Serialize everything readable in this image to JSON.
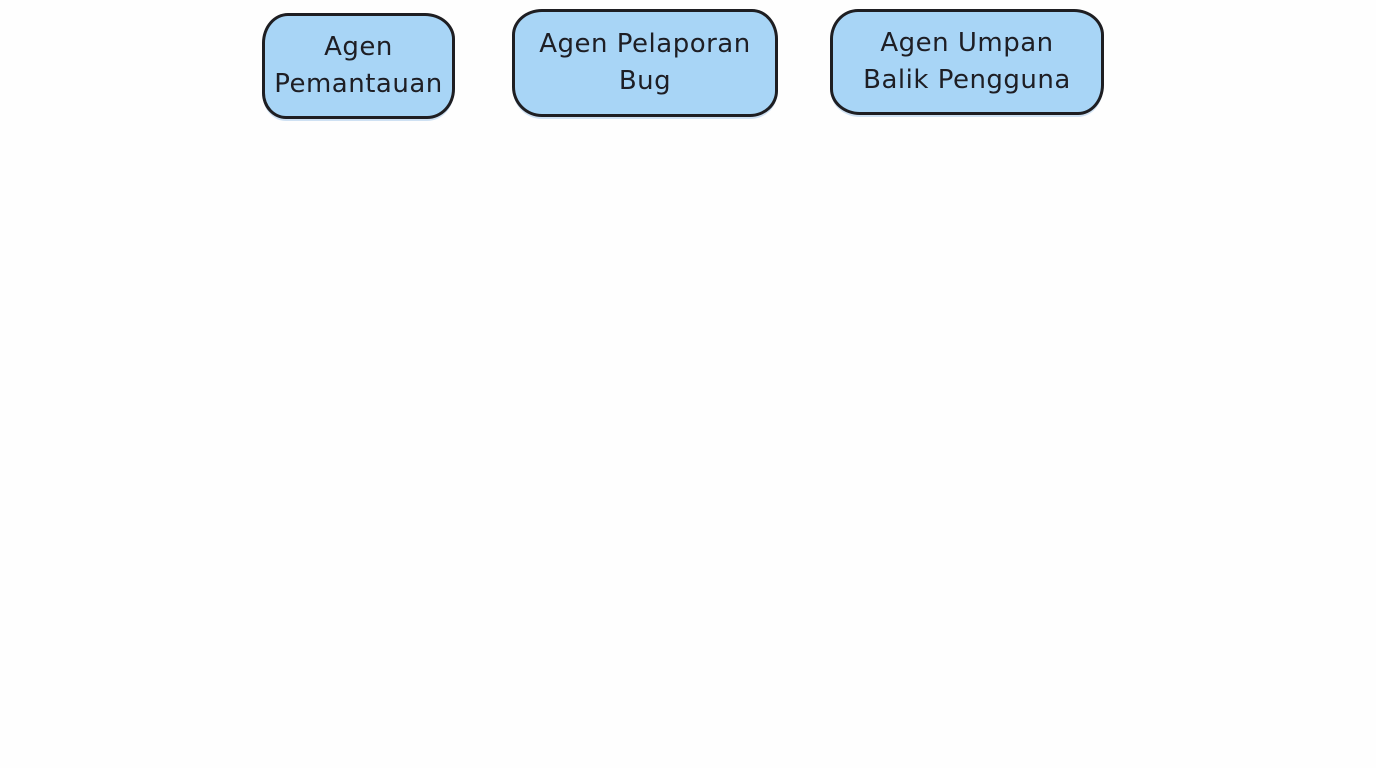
{
  "canvas": {
    "background_color": "#ffffff"
  },
  "colors": {
    "node_fill": "#a8d5f6",
    "node_stroke": "#1e1e22",
    "node_text": "#1e1e24"
  },
  "diagram": {
    "nodes": [
      {
        "id": "agen-pemantauan",
        "label": "Agen\nPemantauan"
      },
      {
        "id": "agen-pelaporan-bug",
        "label": "Agen Pelaporan\nBug"
      },
      {
        "id": "agen-umpan-balik-pengguna",
        "label": "Agen Umpan\nBalik Pengguna"
      }
    ]
  }
}
